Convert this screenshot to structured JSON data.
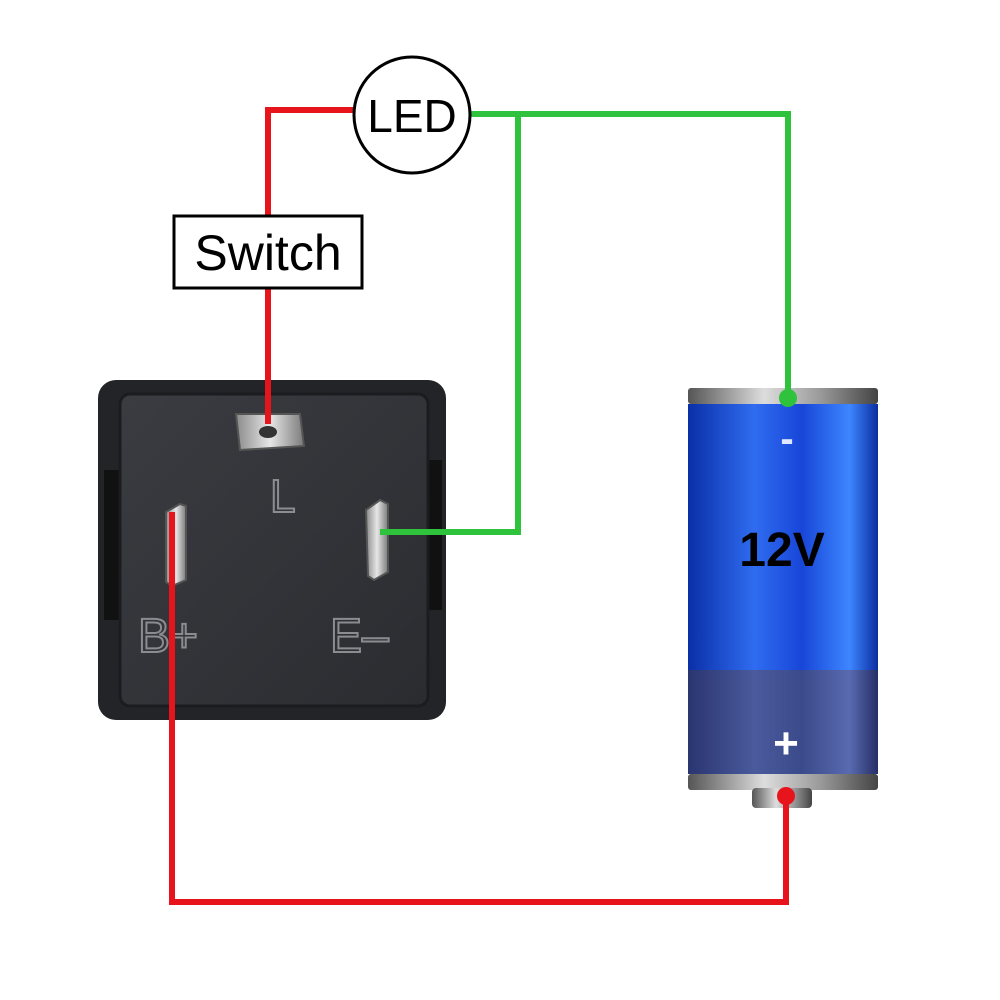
{
  "labels": {
    "led": "LED",
    "switch": "Switch",
    "terminal_l": "L",
    "terminal_b": "B+",
    "terminal_e": "E–",
    "battery_voltage": "12V",
    "battery_negative": "-",
    "battery_positive": "+"
  },
  "colors": {
    "positive_wire": "#e8141c",
    "negative_wire": "#2fc23c",
    "relay_body": "#2b2d31",
    "battery_blue": "#1f4fd6",
    "battery_dark": "#3d4f8a"
  }
}
